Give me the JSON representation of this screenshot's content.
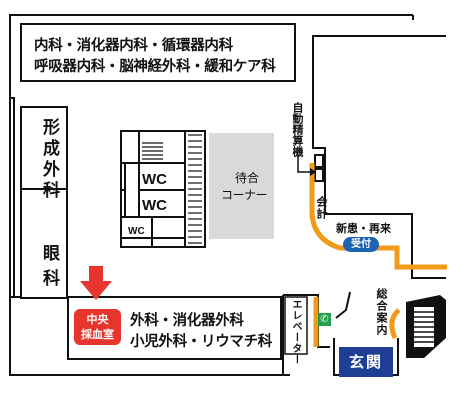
{
  "map": {
    "departments": {
      "top_line1": "内科・消化器内科・循環器内科",
      "top_line2": "呼吸器内科・脳神経外科・緩和ケア科",
      "left_upper": "形成外科",
      "left_lower": "眼科",
      "bottom_line1": "外科・消化器外科",
      "bottom_line2": "小児外科・リウマチ科"
    },
    "restrooms": {
      "wc1": "WC",
      "wc2": "WC",
      "wc3": "WC"
    },
    "waiting_corner": {
      "line1": "待合",
      "line2": "コーナー"
    },
    "auto_payment": "自動精算機",
    "cashier": "会計",
    "new_return": "新患・再来",
    "reception": "受付",
    "elevator": "エレベーター",
    "general_info": "総合案内",
    "entrance": "玄関",
    "blood_collection": {
      "line1": "中央",
      "line2": "採血室"
    },
    "colors": {
      "blood_room": "#e7352d",
      "entrance": "#1e3e95",
      "reception": "#1d63b4",
      "route": "#f29a1a",
      "phone": "#22a04b",
      "waiting_area": "#d9d9d9",
      "walls": "#111111"
    },
    "icons": [
      "down-arrow-icon",
      "phone-icon",
      "stairs-icon",
      "escalator-icon",
      "pointer-arrow-icon"
    ]
  }
}
